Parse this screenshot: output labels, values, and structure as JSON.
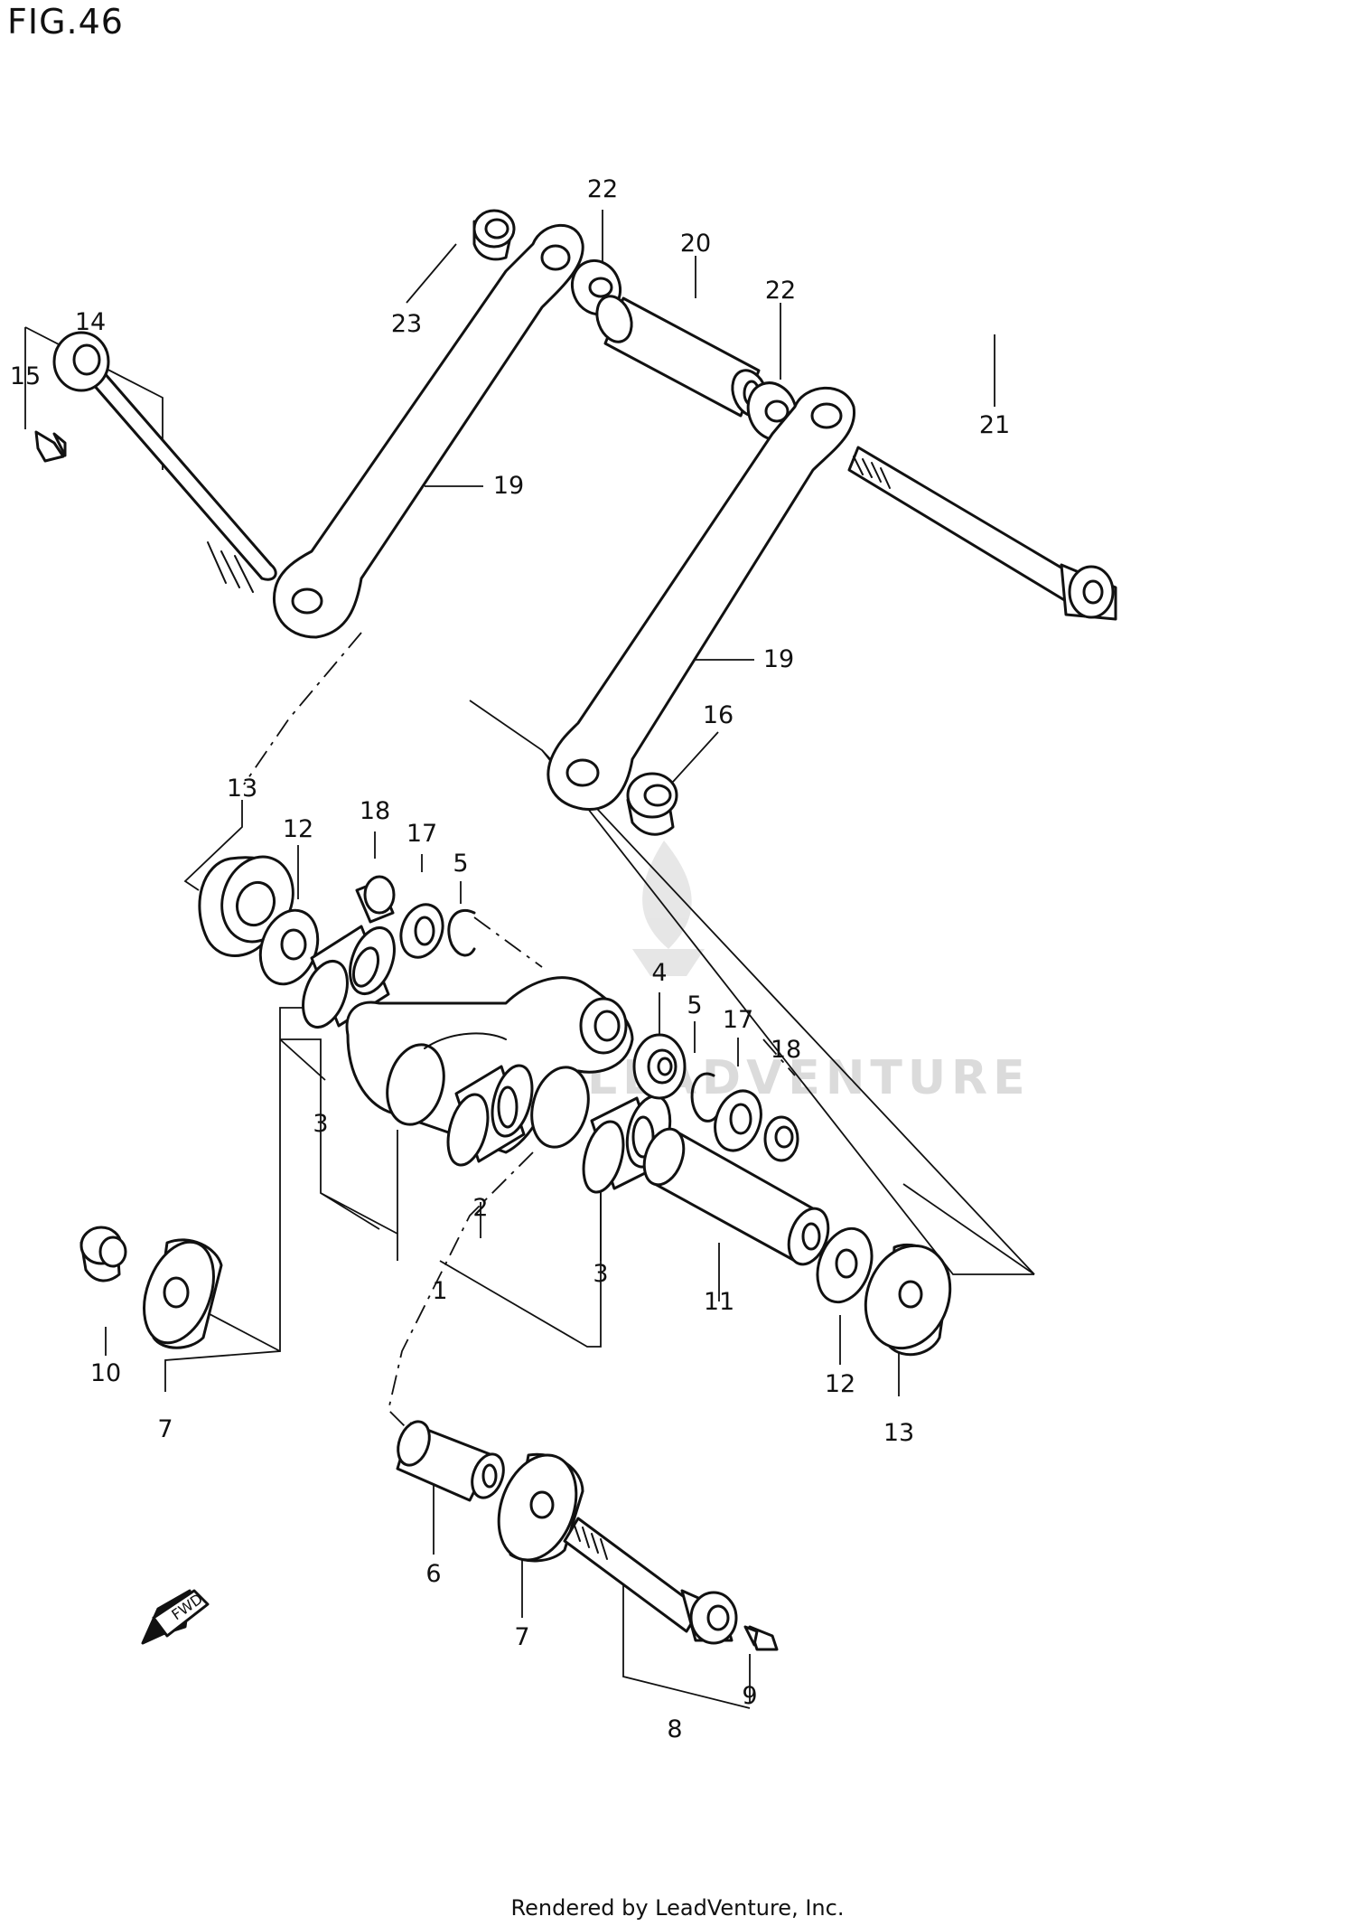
{
  "title": "FIG.46",
  "footer": "Rendered by LeadVenture, Inc.",
  "watermark": "LEADVENTURE",
  "fwd_label": "FWD",
  "callouts": [
    {
      "id": "22a",
      "text": "22"
    },
    {
      "id": "20",
      "text": "20"
    },
    {
      "id": "22b",
      "text": "22"
    },
    {
      "id": "23",
      "text": "23"
    },
    {
      "id": "14",
      "text": "14"
    },
    {
      "id": "15",
      "text": "15"
    },
    {
      "id": "21",
      "text": "21"
    },
    {
      "id": "19a",
      "text": "19"
    },
    {
      "id": "19b",
      "text": "19"
    },
    {
      "id": "16",
      "text": "16"
    },
    {
      "id": "13a",
      "text": "13"
    },
    {
      "id": "12a",
      "text": "12"
    },
    {
      "id": "18a",
      "text": "18"
    },
    {
      "id": "17a",
      "text": "17"
    },
    {
      "id": "5a",
      "text": "5"
    },
    {
      "id": "4",
      "text": "4"
    },
    {
      "id": "5b",
      "text": "5"
    },
    {
      "id": "17b",
      "text": "17"
    },
    {
      "id": "18b",
      "text": "18"
    },
    {
      "id": "3a",
      "text": "3"
    },
    {
      "id": "2",
      "text": "2"
    },
    {
      "id": "1",
      "text": "1"
    },
    {
      "id": "3b",
      "text": "3"
    },
    {
      "id": "11",
      "text": "11"
    },
    {
      "id": "12b",
      "text": "12"
    },
    {
      "id": "13b",
      "text": "13"
    },
    {
      "id": "10",
      "text": "10"
    },
    {
      "id": "7a",
      "text": "7"
    },
    {
      "id": "6",
      "text": "6"
    },
    {
      "id": "7b",
      "text": "7"
    },
    {
      "id": "9",
      "text": "9"
    },
    {
      "id": "8",
      "text": "8"
    }
  ]
}
